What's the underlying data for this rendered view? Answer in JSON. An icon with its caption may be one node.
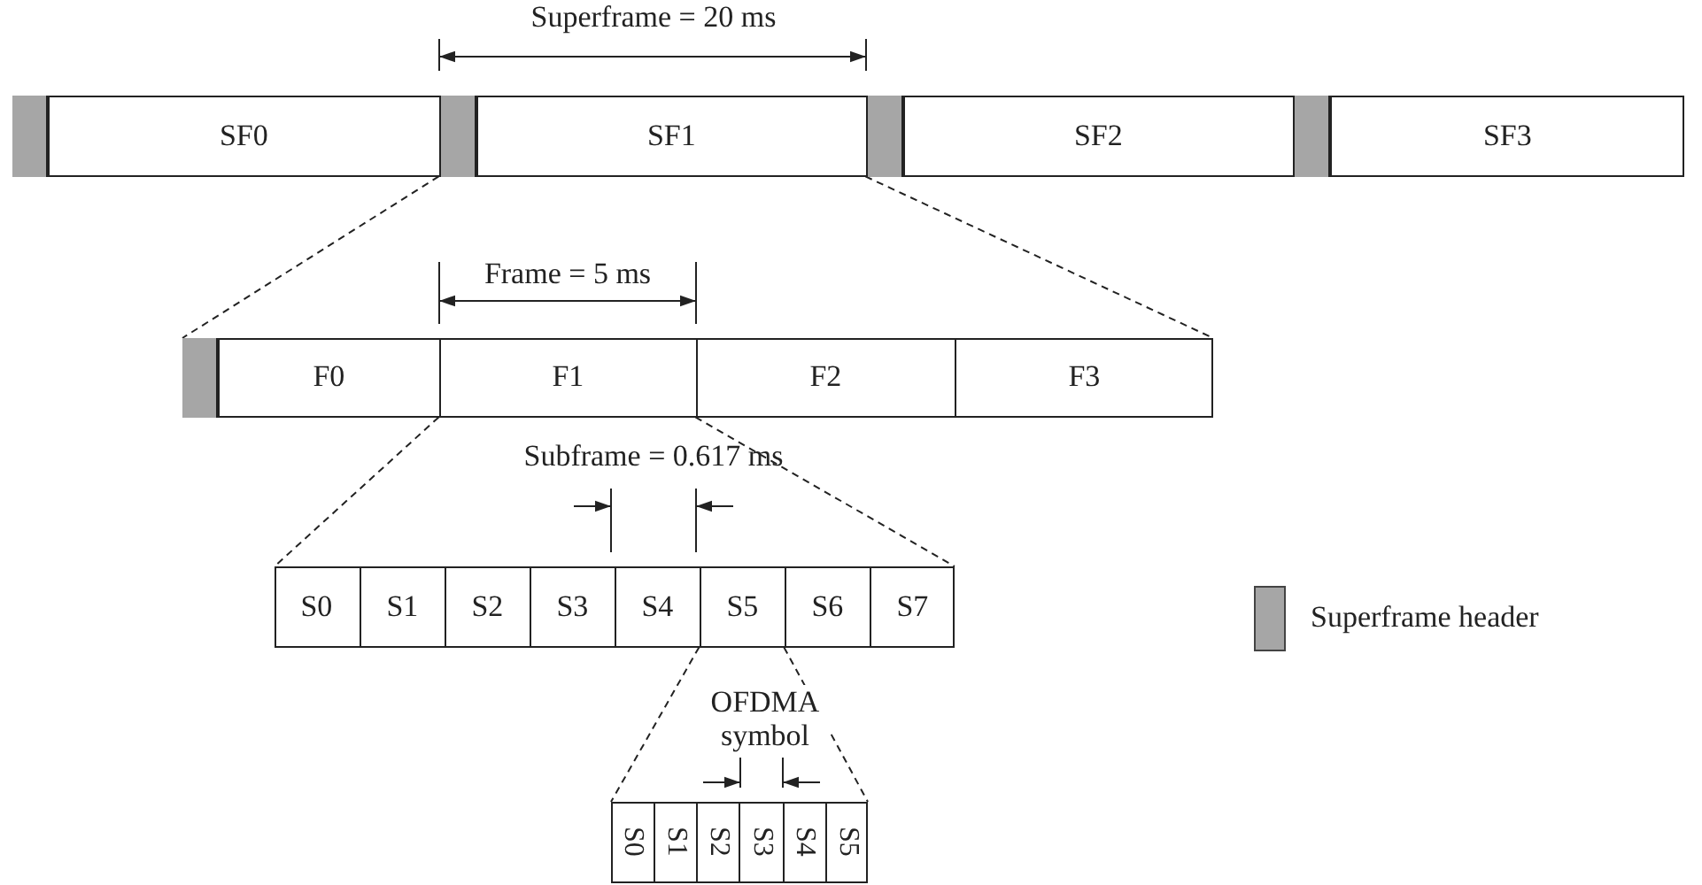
{
  "diagram": {
    "nodes": [
      {
        "text": [],
        "shape": "bar"
      },
      {
        "text": [],
        "shape": "box",
        "in": 0
      },
      {
        "text": [
          "SF0"
        ],
        "in": 0
      },
      {
        "text": [],
        "shape": "box",
        "in": 0
      },
      {
        "text": [
          "SF1"
        ],
        "in": 0
      },
      {
        "text": [],
        "shape": "box",
        "in": 0
      },
      {
        "text": [
          "SF2"
        ],
        "in": 0
      },
      {
        "text": [],
        "shape": "box",
        "in": 0
      },
      {
        "text": [
          "SF3"
        ],
        "in": 0
      },
      {
        "text": [],
        "shape": "bar"
      },
      {
        "text": [],
        "shape": "box",
        "in": 9
      },
      {
        "text": [
          "F0"
        ],
        "in": 9
      },
      {
        "text": [
          "F1"
        ],
        "in": 9
      },
      {
        "text": [
          "F2"
        ],
        "in": 9
      },
      {
        "text": [
          "F3"
        ],
        "in": 9
      },
      {
        "text": [],
        "shape": "bar"
      },
      {
        "text": [
          "S0"
        ],
        "in": 15
      },
      {
        "text": [
          "S1"
        ],
        "in": 15
      },
      {
        "text": [
          "S2"
        ],
        "in": 15
      },
      {
        "text": [
          "S3"
        ],
        "in": 15
      },
      {
        "text": [
          "S4"
        ],
        "in": 15
      },
      {
        "text": [
          "S5"
        ],
        "in": 15
      },
      {
        "text": [
          "S6"
        ],
        "in": 15
      },
      {
        "text": [
          "S7"
        ],
        "in": 15
      },
      {
        "text": [],
        "shape": "bar"
      },
      {
        "text": [
          "S0"
        ],
        "in": 24
      },
      {
        "text": [
          "S1"
        ],
        "in": 24
      },
      {
        "text": [
          "S2"
        ],
        "in": 24
      },
      {
        "text": [
          "S3"
        ],
        "in": 24
      },
      {
        "text": [
          "S4"
        ],
        "in": 24
      },
      {
        "text": [
          "S5"
        ],
        "in": 24
      }
    ],
    "edges": [
      {
        "from": 3,
        "to": 9,
        "arrow": "none",
        "style": "dashed"
      },
      {
        "from": 4,
        "to": 9,
        "arrow": "none",
        "style": "dashed"
      },
      {
        "from": 12,
        "to": 15,
        "arrow": "none",
        "style": "dashed"
      },
      {
        "from": 12,
        "to": 15,
        "arrow": "none",
        "style": "dashed"
      },
      {
        "from": 21,
        "to": 24,
        "arrow": "none",
        "style": "dashed"
      },
      {
        "from": 21,
        "to": 24,
        "arrow": "none",
        "style": "dashed"
      }
    ],
    "labels": [
      "Superframe = 20 ms",
      "Frame = 5 ms",
      "Subframe = 0.617 ms",
      "OFDMA symbol"
    ],
    "legend": [
      {
        "text": "Superframe header",
        "color": "#a6a6a6"
      }
    ]
  }
}
